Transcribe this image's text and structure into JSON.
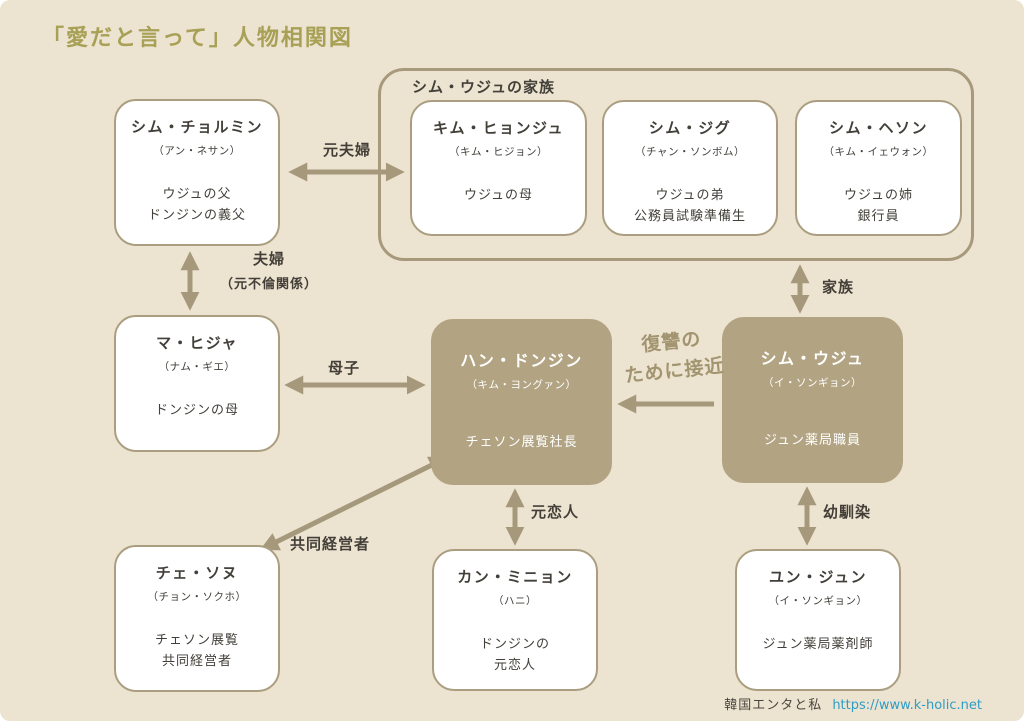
{
  "page": {
    "title": "「愛だと言って」人物相関図",
    "footer": {
      "site_name": "韓国エンタと私",
      "site_url": "https://www.k-holic.net"
    }
  },
  "groups": {
    "uju_family": {
      "label": "シム・ウジュの家族"
    }
  },
  "characters": {
    "cholmin": {
      "name": "シム・チョルミン",
      "actor": "（アン・ネサン）",
      "descs": [
        "ウジュの父",
        "ドンジンの義父"
      ]
    },
    "hyonju": {
      "name": "キム・ヒョンジュ",
      "actor": "（キム・ヒジョン）",
      "descs": [
        "ウジュの母"
      ]
    },
    "jigu": {
      "name": "シム・ジグ",
      "actor": "（チャン・ソンボム）",
      "descs": [
        "ウジュの弟",
        "公務員試験準備生"
      ]
    },
    "heson": {
      "name": "シム・ヘソン",
      "actor": "（キム・イェウォン）",
      "descs": [
        "ウジュの姉",
        "銀行員"
      ]
    },
    "hija": {
      "name": "マ・ヒジャ",
      "actor": "（ナム・ギエ）",
      "descs": [
        "ドンジンの母"
      ]
    },
    "dongjin": {
      "name": "ハン・ドンジン",
      "actor": "（キム・ヨングァン）",
      "descs": [
        "チェソン展覧社長"
      ]
    },
    "uju": {
      "name": "シム・ウジュ",
      "actor": "（イ・ソンギョン）",
      "descs": [
        "ジュン薬局職員"
      ]
    },
    "sonu": {
      "name": "チェ・ソヌ",
      "actor": "（チョン・ソクホ）",
      "descs": [
        "チェソン展覧",
        "共同経営者"
      ]
    },
    "minyon": {
      "name": "カン・ミニョン",
      "actor": "（ハニ）",
      "descs": [
        "ドンジンの",
        "元恋人"
      ]
    },
    "yunjun": {
      "name": "ユン・ジュン",
      "actor": "（イ・ソンギョン）",
      "descs": [
        "ジュン薬局薬剤師"
      ]
    }
  },
  "relations": {
    "ex_couple": "元夫婦",
    "couple": "夫婦",
    "couple_sub": "（元不倫関係）",
    "family": "家族",
    "mother_child": "母子",
    "revenge_line1": "復讐の",
    "revenge_line2": "ために接近",
    "co_manager": "共同経営者",
    "ex_lover": "元恋人",
    "childhood_friend": "幼馴染"
  },
  "colors": {
    "background": "#ece3d1",
    "box_border": "#ab9e80",
    "box_fill_accent": "#b2a483",
    "arrow": "#a6997b",
    "title": "#a7a055",
    "text": "#43403a",
    "revenge_label": "#a2946f",
    "url_link": "#2e9dc5"
  }
}
